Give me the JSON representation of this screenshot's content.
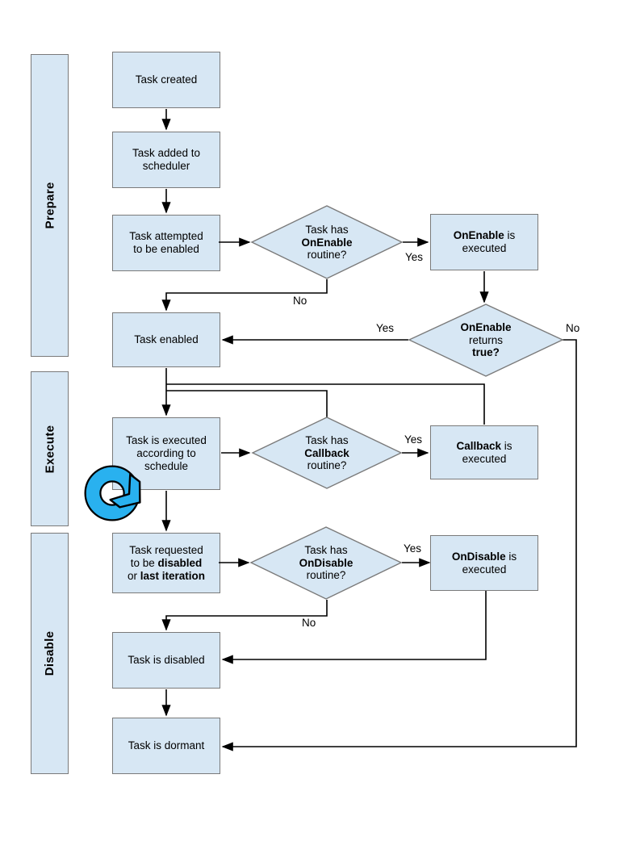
{
  "phases": {
    "prepare": "Prepare",
    "execute": "Execute",
    "disable": "Disable"
  },
  "nodes": {
    "task_created": "Task created",
    "task_added": "Task added to scheduler",
    "task_attempted": "Task attempted to be enabled",
    "task_enabled": "Task enabled",
    "task_executed": "Task is executed according to schedule",
    "task_requested_pre": "Task requested to be ",
    "task_requested_bold1": "disabled",
    "task_requested_mid": " or ",
    "task_requested_bold2": "last iteration",
    "task_disabled": "Task is disabled",
    "task_dormant": "Task is dormant",
    "on_enable_executed_bold": "OnEnable",
    "on_enable_executed_rest": " is executed",
    "callback_executed_bold": "Callback",
    "callback_executed_rest": " is executed",
    "on_disable_executed_bold": "OnDisable",
    "on_disable_executed_rest": " is executed"
  },
  "decisions": {
    "has_on_enable": {
      "l1": "Task has",
      "l2": "OnEnable",
      "l3": "routine?"
    },
    "on_enable_true": {
      "l1": "OnEnable",
      "l2": "returns",
      "l3": "true?"
    },
    "has_callback": {
      "l1": "Task has",
      "l2": "Callback",
      "l3": "routine?"
    },
    "has_on_disable": {
      "l1": "Task has",
      "l2": "OnDisable",
      "l3": "routine?"
    }
  },
  "edge_labels": {
    "on_enable_yes": "Yes",
    "on_enable_no": "No",
    "returns_true_yes": "Yes",
    "returns_true_no": "No",
    "callback_yes": "Yes",
    "on_disable_yes": "Yes",
    "on_disable_no": "No"
  },
  "colors": {
    "node_fill": "#D7E7F4",
    "node_border": "#7A7A7A",
    "connector": "#000000",
    "loop_icon_blue": "#29B1EF"
  }
}
